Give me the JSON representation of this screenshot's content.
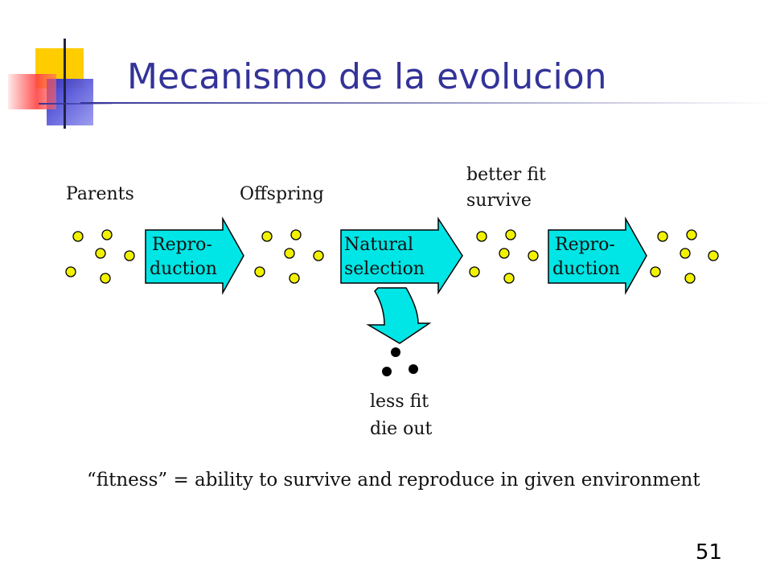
{
  "slide": {
    "title": "Mecanismo de la evolucion",
    "number": "51"
  },
  "diagram": {
    "labels": {
      "parents": "Parents",
      "offspring": "Offspring",
      "better_fit_line1": "better fit",
      "better_fit_line2": "survive",
      "less_fit_line1": "less fit",
      "less_fit_line2": "die out"
    },
    "arrows": [
      {
        "line1": "Repro-",
        "line2": "duction"
      },
      {
        "line1": "Natural",
        "line2": "selection"
      },
      {
        "line1": "Repro-",
        "line2": "duction"
      }
    ],
    "definition": "“fitness” = ability to survive and reproduce in given environment"
  },
  "colors": {
    "title": "#333399",
    "arrow_fill": "#00e5e5",
    "individual_fill": "#f2f200",
    "dead_individual_fill": "#000000"
  }
}
